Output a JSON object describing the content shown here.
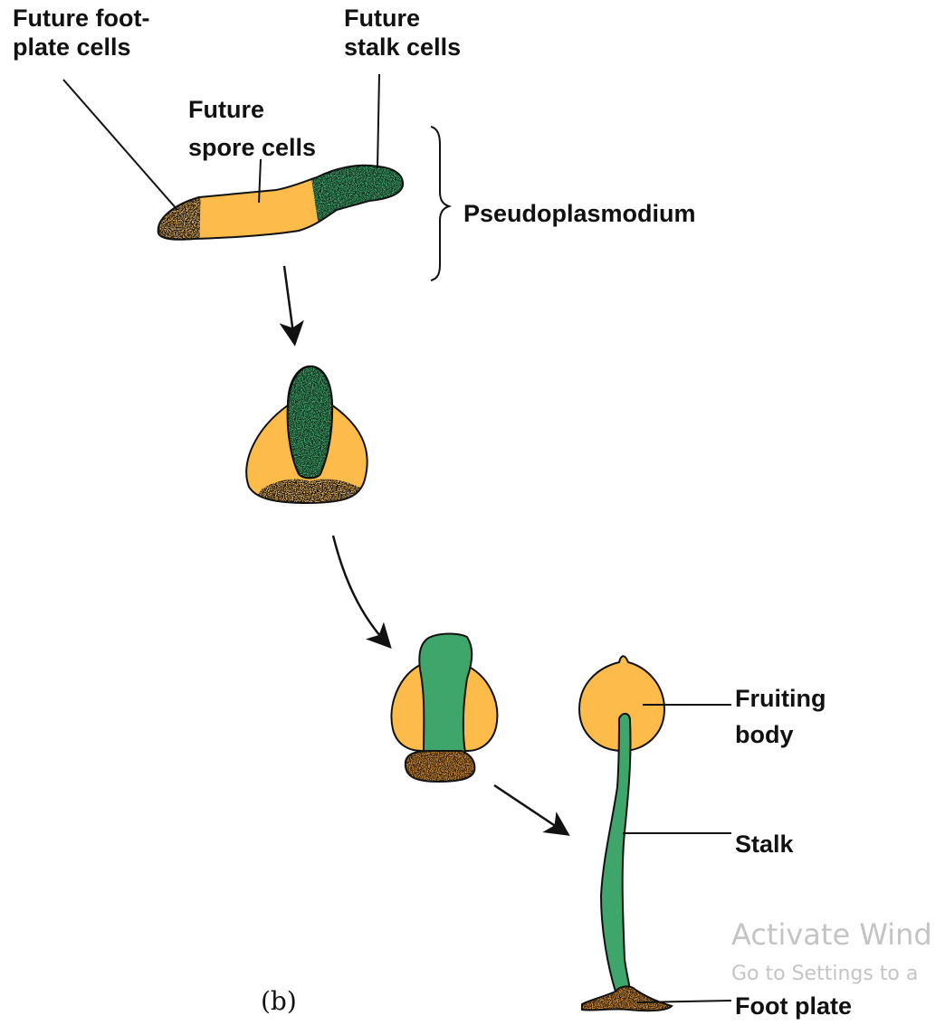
{
  "labels": {
    "future_foot_plate_line1": "Future foot-",
    "future_foot_plate_line2": "plate cells",
    "future_stalk_line1": "Future",
    "future_stalk_line2": "stalk cells",
    "future_spore_line1": "Future",
    "future_spore_line2": "spore cells",
    "pseudoplasmodium": "Pseudoplasmodium",
    "fruiting_body_line1": "Fruiting",
    "fruiting_body_line2": "body",
    "stalk": "Stalk",
    "foot_plate": "Foot plate"
  },
  "caption": "(b)",
  "watermark": {
    "line1": "Activate Wind",
    "line2": "Go to Settings to a"
  },
  "colors": {
    "spore": "#FDBB4A",
    "stalk": "#3FA66B",
    "foot": "#D68F38",
    "outline": "#111111",
    "stipple": "#1a1a1a"
  }
}
